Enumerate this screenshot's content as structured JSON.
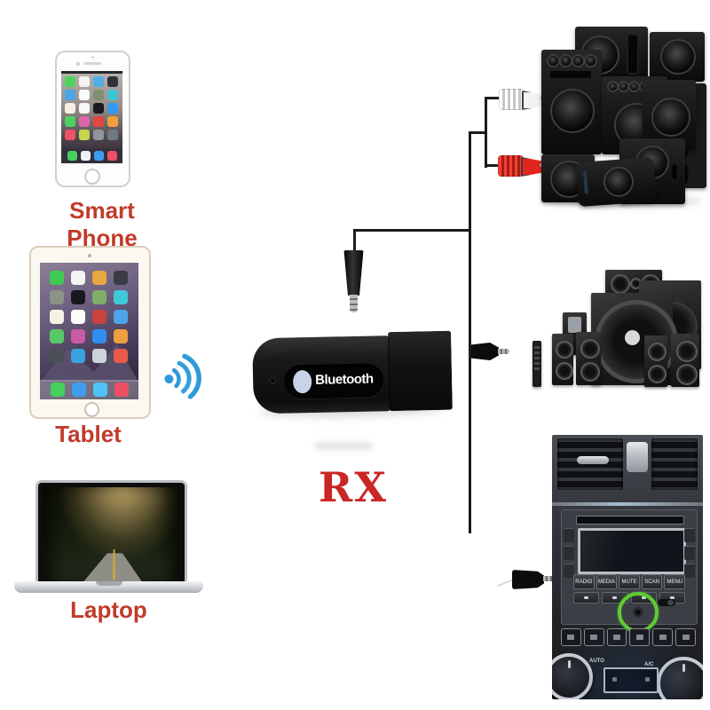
{
  "devices": {
    "smart_phone": {
      "label": "Smart Phone"
    },
    "tablet": {
      "label": "Tablet"
    },
    "laptop": {
      "label": "Laptop"
    }
  },
  "receiver": {
    "brand": "Bluetooth",
    "rx_label": "RX"
  },
  "car_stereo": {
    "buttons": [
      "RADIO",
      "MEDIA",
      "MUTE",
      "SCAN",
      "MENU"
    ],
    "climate": {
      "auto_label": "AUTO",
      "ac_label": "A/C"
    }
  },
  "icons": {
    "wifi": "wifi-signal-arcs",
    "bluetooth_led": "white-oval-window",
    "aux_highlight": "green-circle-ring"
  },
  "colors": {
    "label_red": "#c13b2a",
    "rx_red": "#c92724",
    "wifi_blue": "#2f9ad8",
    "rca_red": "#e3261d",
    "rca_white": "#f2f2f2",
    "cable_black": "#1b1b1b",
    "aux_highlight_green": "#5fcb33",
    "dongle_black": "#141414",
    "led_window_blue": "#c7d3e8"
  },
  "phone_screen": {
    "grid": [
      "#4cd45c",
      "#f4f4f2",
      "#4fb0e8",
      "#30323a",
      "#4aa6ea",
      "#fbfbf9",
      "#7e9070",
      "#3cc6d2",
      "#f4efe2",
      "#f8f8f6",
      "#1a1a20",
      "#3399f0",
      "#4ecf60",
      "#da67aa",
      "#e64540",
      "#efa03c",
      "#ee5266",
      "#c8d44c",
      "#8f959d",
      "#707882"
    ],
    "dock": [
      "#43d15c",
      "#eef2f5",
      "#3f9df0",
      "#ef4f63"
    ]
  },
  "tablet_screen": {
    "grid": [
      "#3fca52",
      "#f4f4f2",
      "#e8a73f",
      "#3a3c44",
      "#8a9488",
      "#17171d",
      "#7fae6a",
      "#3fc8d8",
      "#f6f2e6",
      "#fcfcfa",
      "#c9423c",
      "#4da4ea",
      "#57c868",
      "#c95ba4",
      "#2f8ef0",
      "#ef9f3f",
      "#4a4f58",
      "#3aa2e0",
      "#ccd3da",
      "#e85a4a"
    ],
    "dock": [
      "#43d15c",
      "#3f9df0",
      "#4fc3f7",
      "#ef4f63"
    ]
  }
}
